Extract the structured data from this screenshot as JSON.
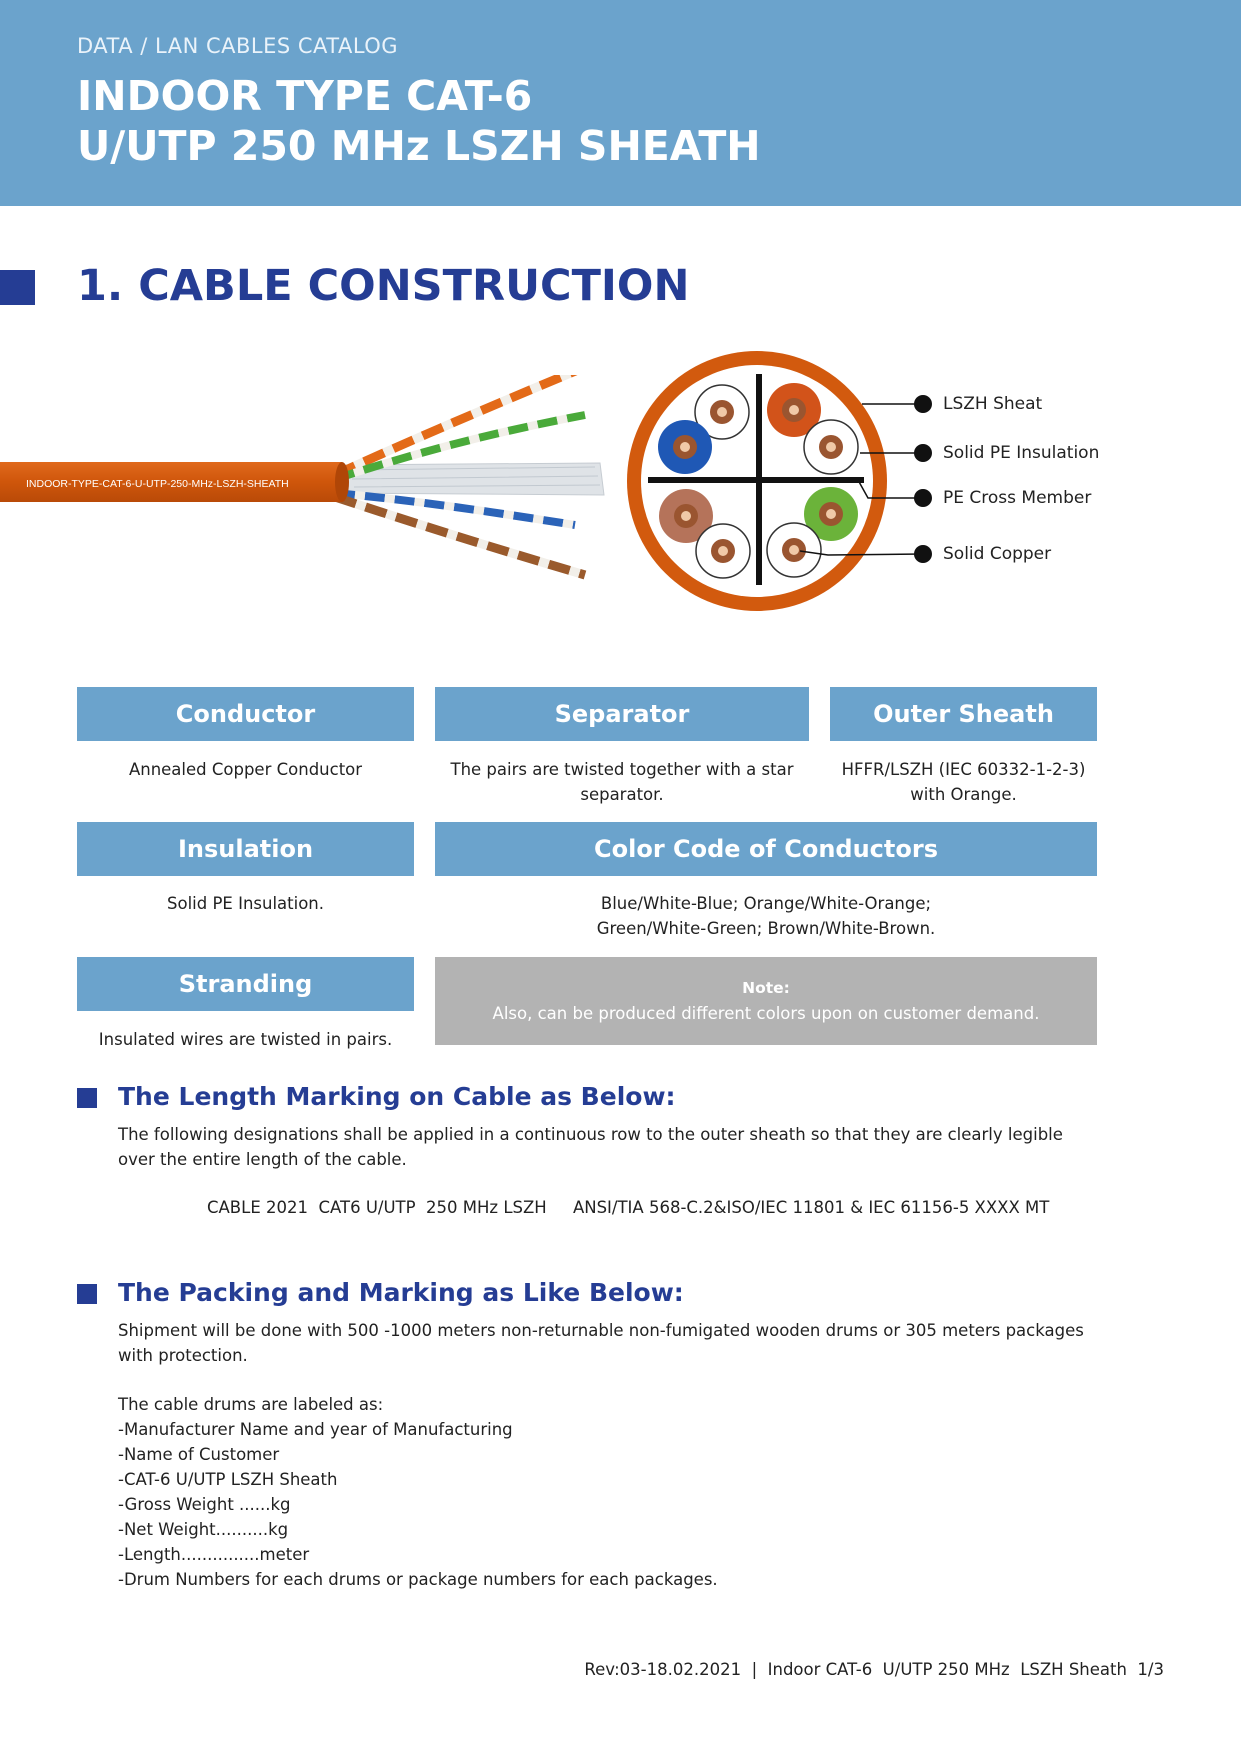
{
  "header": {
    "supertitle": "DATA / LAN CABLES CATALOG",
    "title_line1": "INDOOR TYPE CAT-6",
    "title_line2": "U/UTP 250 MHz LSZH SHEATH"
  },
  "section": {
    "title": "1. CABLE CONSTRUCTION"
  },
  "illustration": {
    "cable_print": "INDOOR-TYPE-CAT-6-U-UTP-250-MHz-LSZH-SHEATH"
  },
  "diagram": {
    "legend": [
      "LSZH Sheat",
      "Solid PE Insulation",
      "PE Cross Member",
      "Solid Copper"
    ]
  },
  "spec_boxes": {
    "conductor": {
      "title": "Conductor",
      "text": "Annealed Copper Conductor"
    },
    "separator": {
      "title": "Separator",
      "text_line1": "The pairs are twisted together with a star",
      "text_line2": "separator."
    },
    "outer_sheath": {
      "title": "Outer Sheath",
      "text_line1": "HFFR/LSZH (IEC 60332-1-2-3)",
      "text_line2": "with Orange."
    },
    "insulation": {
      "title": "Insulation",
      "text": "Solid PE Insulation."
    },
    "color_code": {
      "title": "Color Code of Conductors",
      "text_line1": "Blue/White-Blue; Orange/White-Orange;",
      "text_line2": "Green/White-Green; Brown/White-Brown."
    },
    "stranding": {
      "title": "Stranding",
      "text": "Insulated wires are twisted in pairs."
    }
  },
  "note": {
    "title": "Note:",
    "text": "Also, can be produced different colors upon on customer demand."
  },
  "length_marking": {
    "title": "The Length Marking on Cable as Below:",
    "text": "The following designations shall be applied in a continuous row to the outer sheath so that they are clearly legible over the entire length of the cable.",
    "marking": "CABLE 2021  CAT6 U/UTP  250 MHz LSZH     ANSI/TIA 568-C.2&ISO/IEC 11801 & IEC 61156-5 XXXX MT"
  },
  "packing": {
    "title": "The Packing and Marking as Like Below:",
    "text": "Shipment will be done with 500 -1000 meters non-returnable non-fumigated wooden drums or 305 meters packages with protection.",
    "list": [
      "The cable drums are labeled as:",
      "-Manufacturer Name and year of Manufacturing",
      "-Name of Customer",
      "-CAT-6 U/UTP  LSZH Sheath",
      "-Gross Weight ......kg",
      "-Net Weight..........kg",
      "-Length...............meter",
      "-Drum Numbers for each drums or package numbers for each packages."
    ]
  },
  "footer": {
    "text": "Rev:03-18.02.2021  |  Indoor CAT-6  U/UTP 250 MHz  LSZH Sheath  1/3"
  },
  "colors": {
    "header_bg": "#6ba3cc",
    "accent_navy": "#253d94",
    "sheath_orange": "#d25a0e",
    "note_gray": "#b3b3b3"
  }
}
